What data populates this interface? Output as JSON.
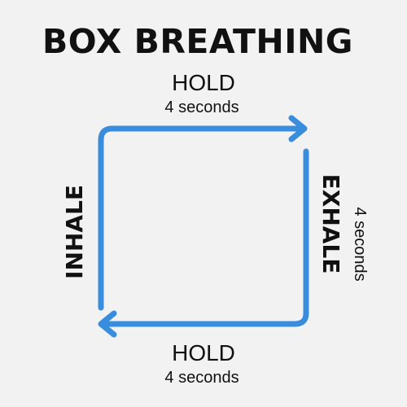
{
  "title": "BOX BREATHING",
  "colors": {
    "background": "#f2f2f2",
    "arrow": "#3a8ddb",
    "text": "#111111"
  },
  "steps": {
    "top": {
      "label": "HOLD",
      "duration": "4 seconds"
    },
    "right": {
      "label": "EXHALE",
      "duration": "4 seconds"
    },
    "bottom": {
      "label": "HOLD",
      "duration": "4 seconds"
    },
    "left": {
      "label": "INHALE"
    }
  },
  "arrow_icons": [
    "arrow-right-icon",
    "arrow-left-icon"
  ]
}
